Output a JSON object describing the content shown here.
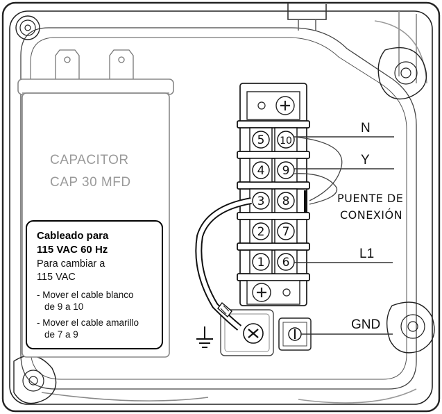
{
  "capacitor": {
    "line1": "CAPACITOR",
    "line2": "CAP 30 MFD"
  },
  "note": {
    "title_line1": "Cableado para",
    "title_line2": "115 VAC 60 Hz",
    "line3": "Para cambiar a",
    "line4": "115 VAC",
    "bullet1_a": "- Mover el cable blanco",
    "bullet1_b": "de 9 a 10",
    "bullet2_a": "- Mover el cable amarillo",
    "bullet2_b": "de 7 a 9"
  },
  "terminals": {
    "t1": "1",
    "t2": "2",
    "t3": "3",
    "t4": "4",
    "t5": "5",
    "t6": "6",
    "t7": "7",
    "t8": "8",
    "t9": "9",
    "t10": "10"
  },
  "labels": {
    "n": "N",
    "y": "Y",
    "bridge_line1": "PUENTE DE",
    "bridge_line2": "CONEXIÓN",
    "l1": "L1",
    "gnd": "GND"
  }
}
